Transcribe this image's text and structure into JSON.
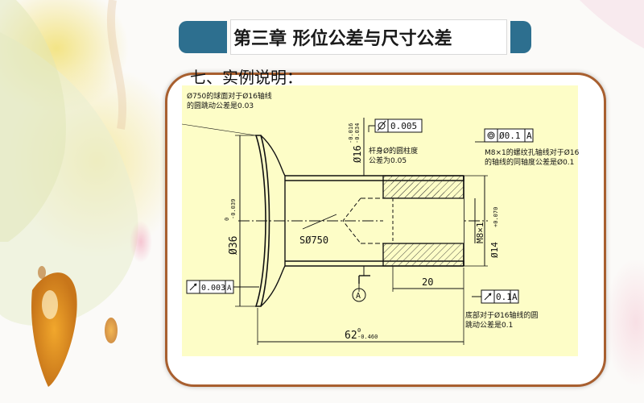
{
  "slide": {
    "title": "第三章 形位公差与尺寸公差",
    "section": "七、实例说明："
  },
  "drawing": {
    "note_runout_flange": [
      "Ø750的球面对于Ø16轴线",
      "的圆跳动公差是0.03"
    ],
    "note_cyl": [
      "杆身Ø的圆柱度",
      "公差为0.05"
    ],
    "note_coax": [
      "M8×1的螺纹孔轴线对于Ø16",
      "的轴线的同轴度公差是Ø0.1"
    ],
    "note_end": [
      "底部对于Ø16轴线的圆",
      "跳动公差是0.1"
    ],
    "fcf_cyl": "0.005",
    "fcf_coax": "Ø0.1",
    "fcf_runout_end": "0.1",
    "fcf_runout_flange": "0.003",
    "datum_ref": "A",
    "dim_d16": "Ø16",
    "dim_d16_tol": [
      "-0.016",
      "-0.034"
    ],
    "dim_d36": "Ø36",
    "dim_d36_tol": [
      "0",
      "-0.039"
    ],
    "dim_sphere": "SØ750",
    "dim_m8": "M8×1",
    "dim_d14": "Ø14",
    "dim_d14_tol": "+0.070",
    "dim_20": "20",
    "dim_62": "62",
    "dim_62_tol": [
      "0",
      "-0.460"
    ],
    "datum_label": "A"
  },
  "colors": {
    "title_accent": "#2d6f8f",
    "panel_border": "#a85f2f",
    "drawing_bg": "#fdfdc7"
  }
}
